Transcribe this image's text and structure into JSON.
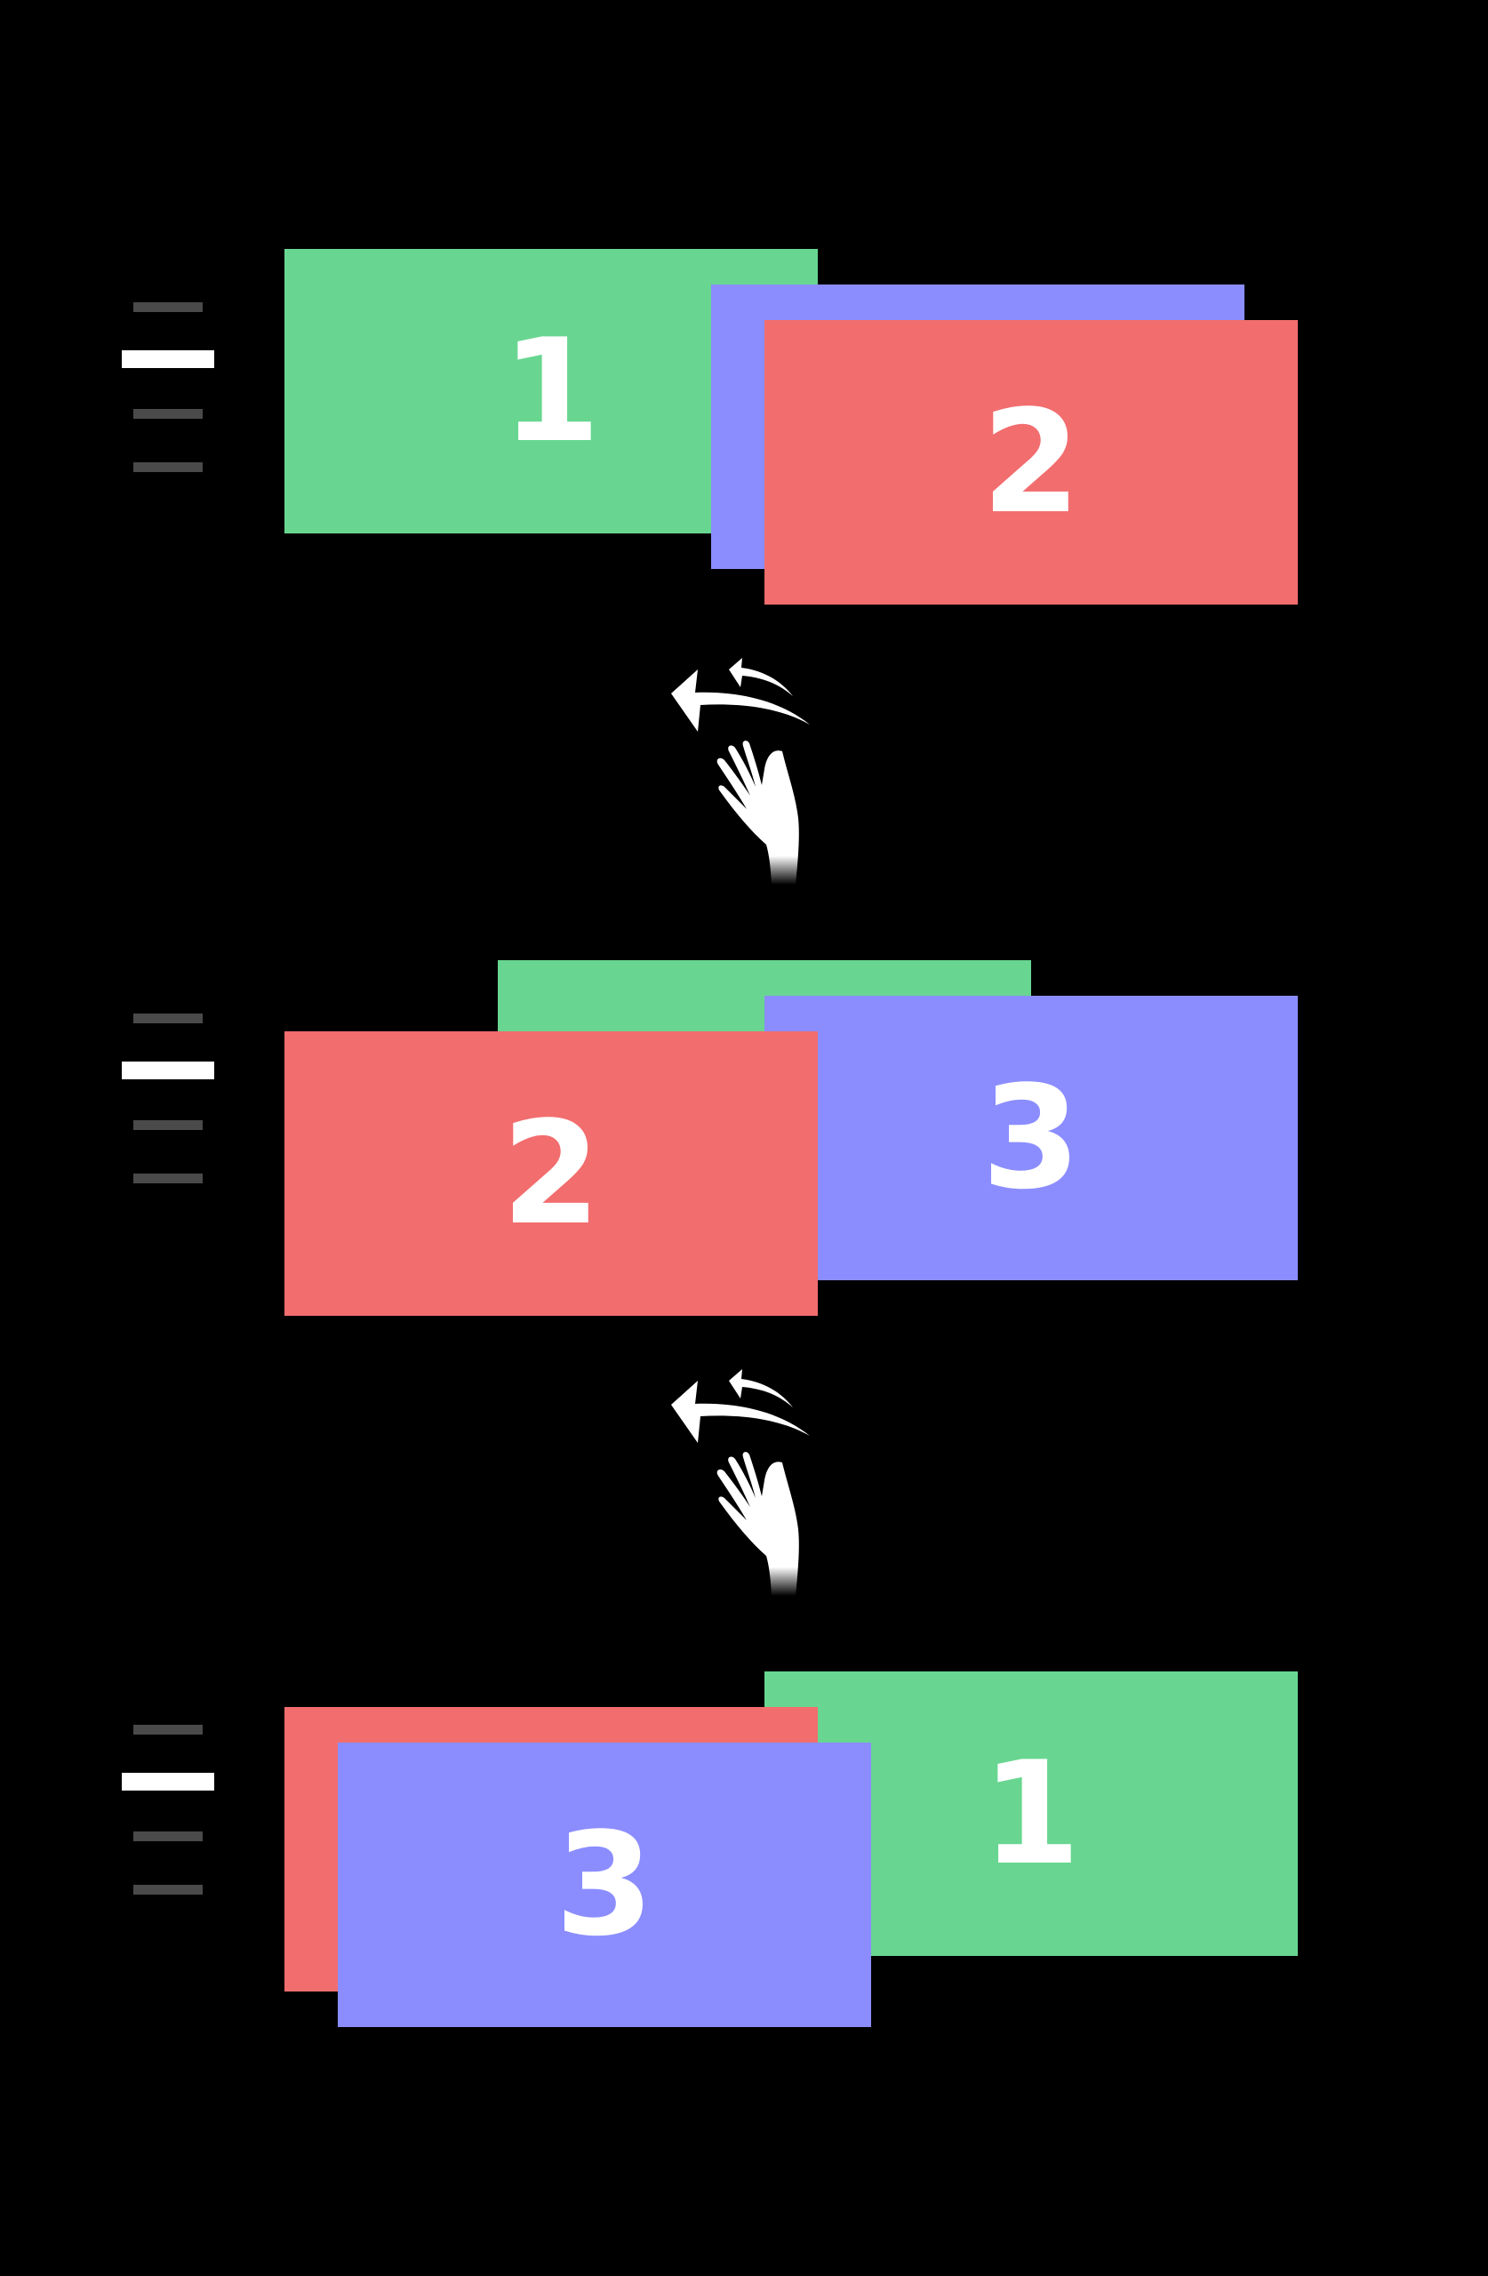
{
  "colors": {
    "background": "#000000",
    "green": "#68d691",
    "blue": "#8b8dfe",
    "red": "#f26d6e",
    "indicator_active": "#ffffff",
    "indicator_inactive": "#4a4a4a"
  },
  "steps": [
    {
      "cards": [
        {
          "color": "green",
          "label": "1"
        },
        {
          "color": "blue",
          "label": ""
        },
        {
          "color": "red",
          "label": "2"
        }
      ]
    },
    {
      "cards": [
        {
          "color": "green",
          "label": ""
        },
        {
          "color": "blue",
          "label": "3"
        },
        {
          "color": "red",
          "label": "2"
        }
      ]
    },
    {
      "cards": [
        {
          "color": "green",
          "label": "1"
        },
        {
          "color": "red",
          "label": ""
        },
        {
          "color": "blue",
          "label": "3"
        }
      ]
    }
  ],
  "gestures": [
    {
      "icon": "swipe-left-hand-icon"
    },
    {
      "icon": "swipe-left-hand-icon"
    }
  ]
}
